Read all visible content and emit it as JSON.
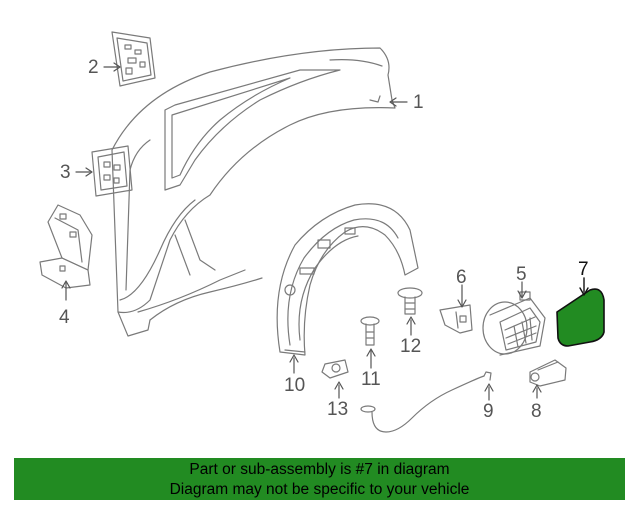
{
  "callouts": {
    "c1": "1",
    "c2": "2",
    "c3": "3",
    "c4": "4",
    "c5": "5",
    "c6": "6",
    "c7": "7",
    "c8": "8",
    "c9": "9",
    "c10": "10",
    "c11": "11",
    "c12": "12",
    "c13": "13"
  },
  "highlighted_part": "7",
  "colors": {
    "line": "#7a7a7a",
    "highlight_fill": "#228b22",
    "highlight_stroke": "#111111",
    "banner_bg": "#228b22",
    "banner_text": "#000000"
  },
  "banner": {
    "line1": "Part or sub-assembly is #7 in diagram",
    "line2": "Diagram may not be specific to your vehicle"
  }
}
